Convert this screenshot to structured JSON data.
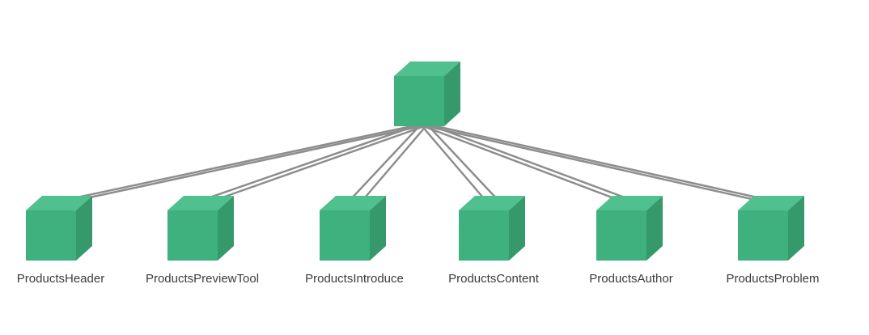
{
  "diagram": {
    "root": {
      "id": "root"
    },
    "children": [
      {
        "label": "ProductsHeader"
      },
      {
        "label": "ProductsPreviewTool"
      },
      {
        "label": "ProductsIntroduce"
      },
      {
        "label": "ProductsContent"
      },
      {
        "label": "ProductsAuthor"
      },
      {
        "label": "ProductsProblem"
      }
    ]
  },
  "colors": {
    "cube_top": "#50c08f",
    "cube_front": "#3fb17e",
    "cube_side": "#35996b",
    "line": "#8d8d8d",
    "label_text": "#3b3b3b",
    "background": "#ffffff"
  }
}
